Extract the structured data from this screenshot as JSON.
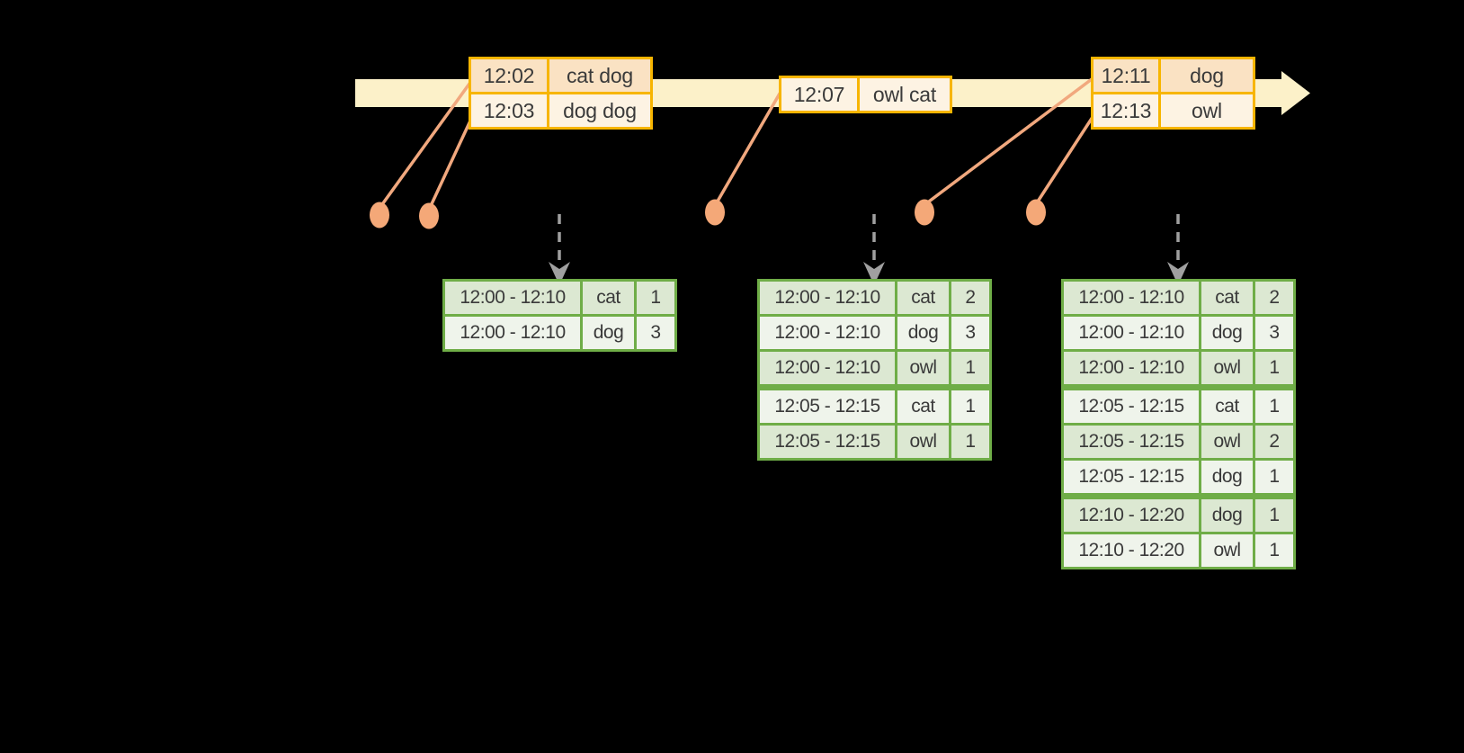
{
  "colors": {
    "background": "#000000",
    "timeline_fill": "#fcf1c9",
    "event_border": "#f7b500",
    "event_row_peach": "#fae2c3",
    "event_row_cream": "#fdf3e3",
    "connector": "#f1a87e",
    "dot": "#f4a878",
    "arrow_gray": "#a0a0a0",
    "result_border": "#6fad47",
    "result_row_dark": "#dce8d2",
    "result_row_light": "#eff4eb",
    "text": "#3a3a3a"
  },
  "event_tables": [
    {
      "rows": [
        {
          "time": "12:02",
          "words": "cat dog"
        },
        {
          "time": "12:03",
          "words": "dog dog"
        }
      ]
    },
    {
      "rows": [
        {
          "time": "12:07",
          "words": "owl cat"
        }
      ]
    },
    {
      "rows": [
        {
          "time": "12:11",
          "words": "dog"
        },
        {
          "time": "12:13",
          "words": "owl"
        }
      ]
    }
  ],
  "result_tables": [
    {
      "rows": [
        {
          "window": "12:00 - 12:10",
          "word": "cat",
          "count": "1"
        },
        {
          "window": "12:00 - 12:10",
          "word": "dog",
          "count": "3"
        }
      ]
    },
    {
      "rows": [
        {
          "window": "12:00 - 12:10",
          "word": "cat",
          "count": "2"
        },
        {
          "window": "12:00 - 12:10",
          "word": "dog",
          "count": "3"
        },
        {
          "window": "12:00 - 12:10",
          "word": "owl",
          "count": "1"
        },
        {
          "window": "12:05 - 12:15",
          "word": "cat",
          "count": "1"
        },
        {
          "window": "12:05 - 12:15",
          "word": "owl",
          "count": "1"
        }
      ]
    },
    {
      "rows": [
        {
          "window": "12:00 - 12:10",
          "word": "cat",
          "count": "2"
        },
        {
          "window": "12:00 - 12:10",
          "word": "dog",
          "count": "3"
        },
        {
          "window": "12:00 - 12:10",
          "word": "owl",
          "count": "1"
        },
        {
          "window": "12:05 - 12:15",
          "word": "cat",
          "count": "1"
        },
        {
          "window": "12:05 - 12:15",
          "word": "owl",
          "count": "2"
        },
        {
          "window": "12:05 - 12:15",
          "word": "dog",
          "count": "1"
        },
        {
          "window": "12:10 - 12:20",
          "word": "dog",
          "count": "1"
        },
        {
          "window": "12:10 - 12:20",
          "word": "owl",
          "count": "1"
        }
      ]
    }
  ]
}
